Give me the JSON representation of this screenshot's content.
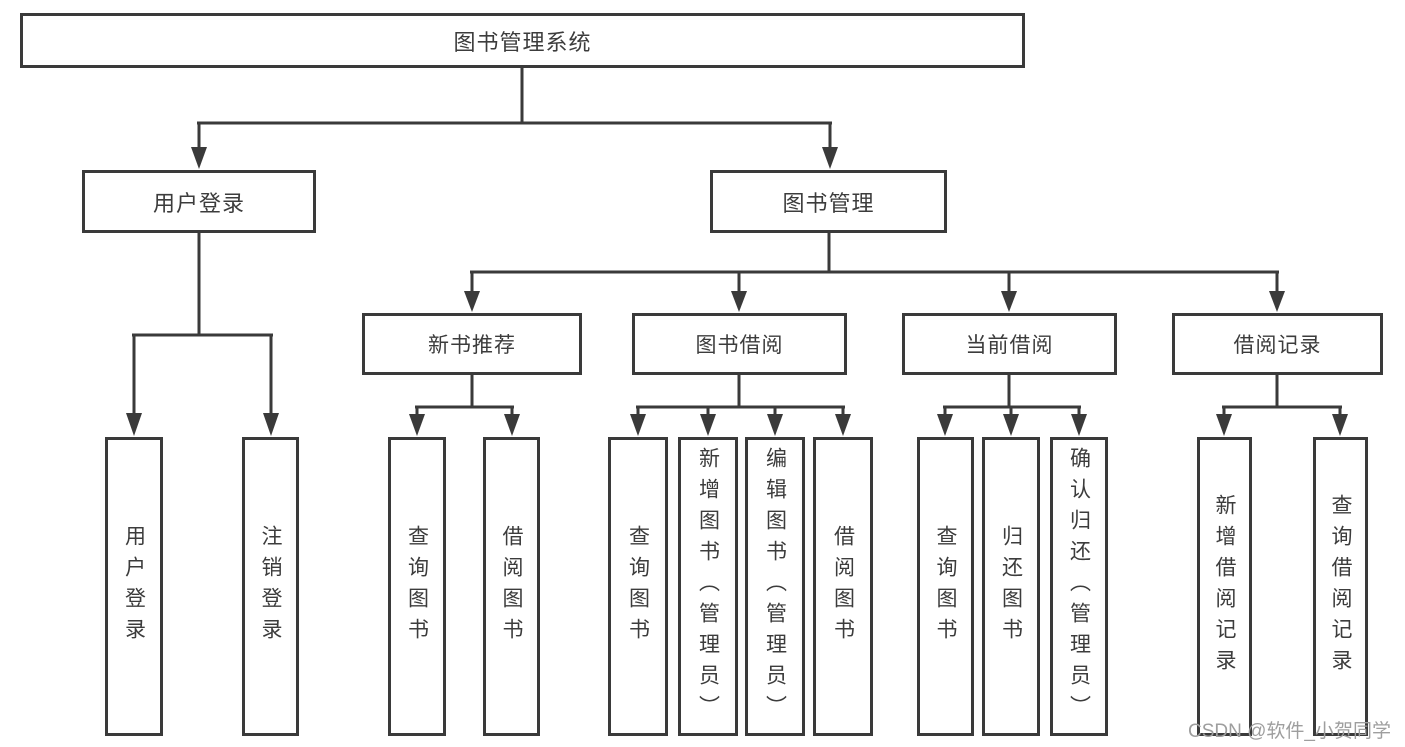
{
  "diagram": {
    "title": "图书管理系统",
    "branches": {
      "user_login": "用户登录",
      "book_management": "图书管理"
    },
    "modules": {
      "new_book_recommend": "新书推荐",
      "book_borrow": "图书借阅",
      "current_borrow": "当前借阅",
      "borrow_record": "借阅记录"
    },
    "leaves": {
      "user_login": [
        "用户登录",
        "注销登录"
      ],
      "new_book_recommend": [
        "查询图书",
        "借阅图书"
      ],
      "book_borrow": [
        "查询图书",
        "新增图书（管理员）",
        "编辑图书（管理员）",
        "借阅图书"
      ],
      "current_borrow": [
        "查询图书",
        "归还图书",
        "确认归还（管理员）"
      ],
      "borrow_record": [
        "新增借阅记录",
        "查询借阅记录"
      ]
    }
  },
  "watermark": "CSDN @软件_小贺同学",
  "colors": {
    "line": "#3a3a3a",
    "text": "#3c3c3c",
    "watermark": "#9e9e9e",
    "background": "#ffffff"
  }
}
